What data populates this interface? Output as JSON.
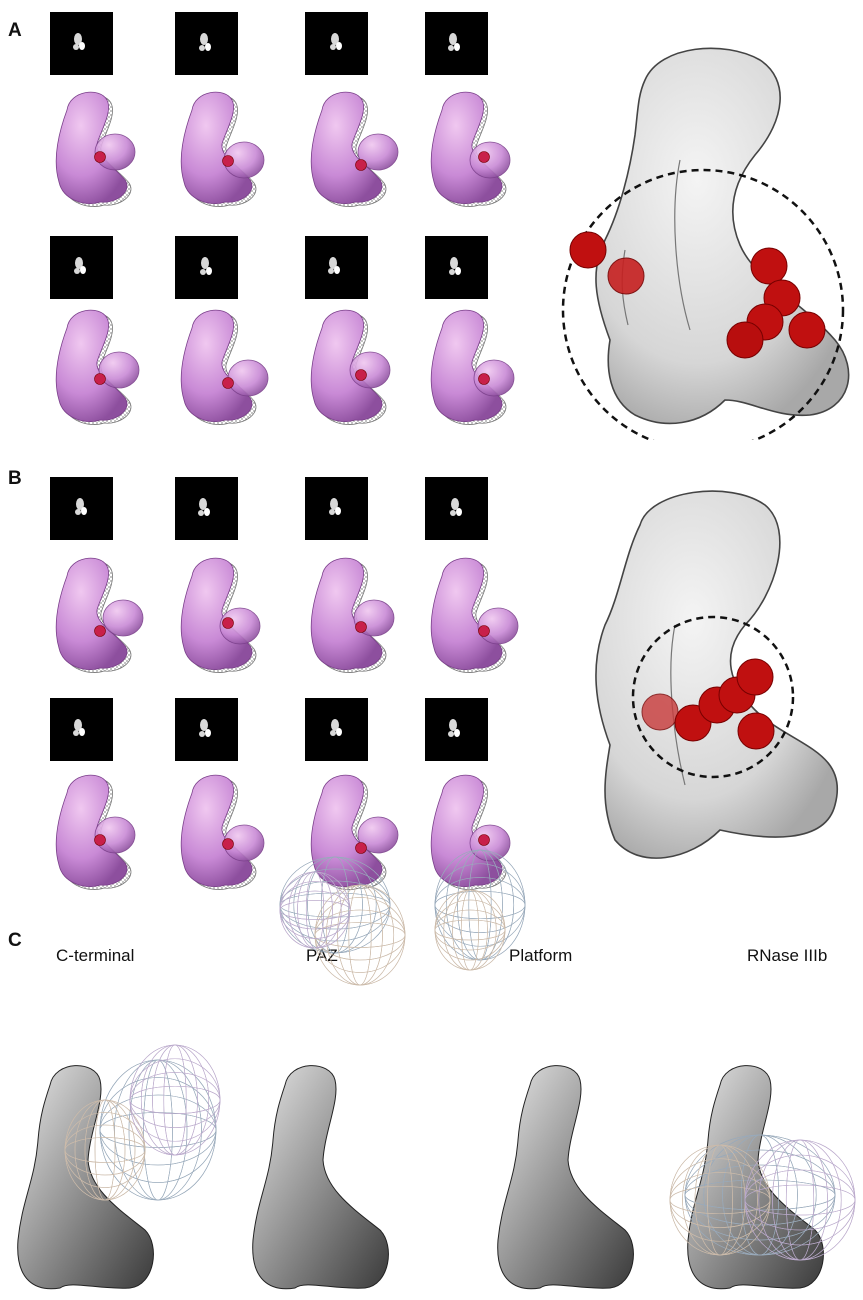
{
  "figure": {
    "panels": [
      {
        "letter": "A"
      },
      {
        "letter": "B"
      },
      {
        "letter": "C"
      }
    ],
    "panel_c_labels": [
      "C-terminal",
      "PAZ",
      "Platform",
      "RNase IIIb"
    ]
  }
}
